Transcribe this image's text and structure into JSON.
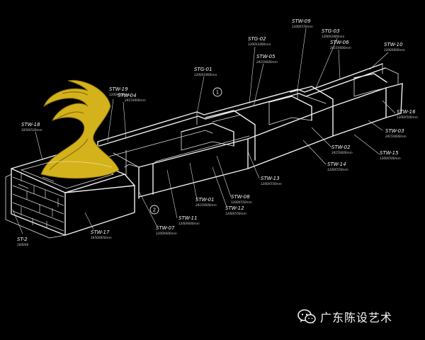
{
  "labels": [
    {
      "id": "stw-09",
      "code": "STW-09",
      "dim": "1200X550mm"
    },
    {
      "id": "stg-03",
      "code": "STG-03",
      "dim": "1200X2400mm"
    },
    {
      "id": "stw-06",
      "code": "STW-06",
      "dim": "2415X600mm"
    },
    {
      "id": "stw-10",
      "code": "STW-10",
      "dim": "1200X600mm"
    },
    {
      "id": "stg-02",
      "code": "STG-02",
      "dim": "1200X2400mm"
    },
    {
      "id": "stw-05",
      "code": "STW-05",
      "dim": "2415X600mm"
    },
    {
      "id": "stg-01",
      "code": "STG-01",
      "dim": "1200X2400mm"
    },
    {
      "id": "stw-19",
      "code": "STW-19",
      "dim": "1200X500mm"
    },
    {
      "id": "stw-04",
      "code": "STW-04",
      "dim": "2415X600mm"
    },
    {
      "id": "stw-18",
      "code": "STW-18",
      "dim": "1850X520mm"
    },
    {
      "id": "stw-16",
      "code": "STW-16",
      "dim": "1200X500mm"
    },
    {
      "id": "stw-03",
      "code": "STW-03",
      "dim": "2415X600mm"
    },
    {
      "id": "stw-15",
      "code": "STW-15",
      "dim": "1200X500mm"
    },
    {
      "id": "stw-02",
      "code": "STW-02",
      "dim": "2415X600mm"
    },
    {
      "id": "stw-14",
      "code": "STW-14",
      "dim": "1200X550mm"
    },
    {
      "id": "stw-13",
      "code": "STW-13",
      "dim": "1200X550mm"
    },
    {
      "id": "stw-08",
      "code": "STW-08",
      "dim": "1200X550mm"
    },
    {
      "id": "stw-01",
      "code": "STW-01",
      "dim": "2415X600mm"
    },
    {
      "id": "stw-12",
      "code": "STW-12",
      "dim": "1200X550mm"
    },
    {
      "id": "stw-11",
      "code": "STW-11",
      "dim": "1200X600mm"
    },
    {
      "id": "stw-07",
      "code": "STW-07",
      "dim": "1200X600mm"
    },
    {
      "id": "stw-17",
      "code": "STW-17",
      "dim": "1850X850mm"
    },
    {
      "id": "st-2",
      "code": "ST-2",
      "dim": "1600X8"
    }
  ],
  "markers": [
    {
      "id": "marker-1",
      "text": "1"
    },
    {
      "id": "marker-2",
      "text": "2"
    }
  ],
  "watermark": {
    "text": "广东陈设艺术",
    "icon": "wechat-icon",
    "color": "#f4f4f4"
  },
  "colors": {
    "background": "#000000",
    "sketch_line": "#f0f0f0",
    "sculpture_gold": "#d4b21c",
    "sculpture_shadow": "#8a6f08"
  }
}
